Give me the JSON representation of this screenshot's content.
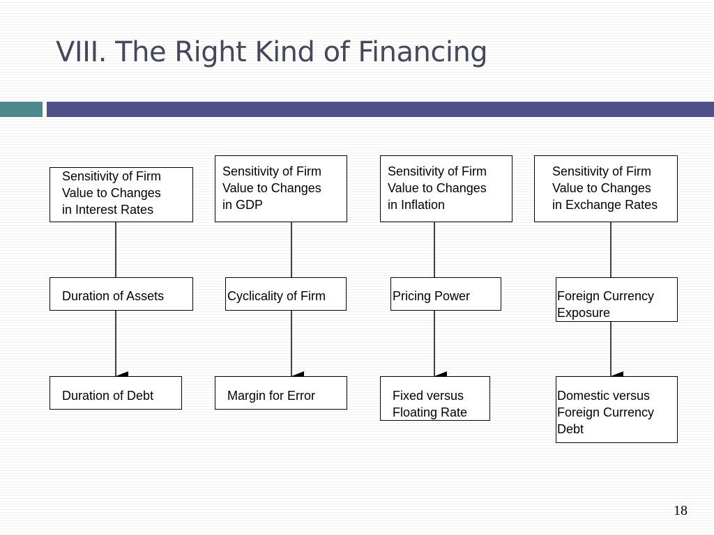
{
  "slide": {
    "title": "VIII. The Right Kind of Financing",
    "page_number": "18"
  },
  "colors": {
    "title_text": "#44475e",
    "accent_teal": "#4d8a8c",
    "accent_blue": "#4e5188"
  },
  "diagram": {
    "columns": [
      {
        "sensitivity": [
          "Sensitivity of Firm",
          "Value to Changes",
          "in Interest Rates"
        ],
        "factor": [
          "Duration of Assets"
        ],
        "financing": [
          "Duration of Debt"
        ]
      },
      {
        "sensitivity": [
          "Sensitivity of Firm",
          "Value to Changes",
          "in GDP"
        ],
        "factor": [
          "Cyclicality of Firm"
        ],
        "financing": [
          "Margin for Error"
        ]
      },
      {
        "sensitivity": [
          "Sensitivity of Firm",
          "Value to Changes",
          "in Inflation"
        ],
        "factor": [
          "Pricing Power"
        ],
        "financing": [
          "Fixed versus",
          "Floating Rate"
        ]
      },
      {
        "sensitivity": [
          "Sensitivity of Firm",
          "Value to Changes",
          "in Exchange Rates"
        ],
        "factor": [
          "Foreign Currency",
          "Exposure"
        ],
        "financing": [
          "Domestic versus",
          "Foreign Currency",
          "Debt"
        ]
      }
    ]
  }
}
